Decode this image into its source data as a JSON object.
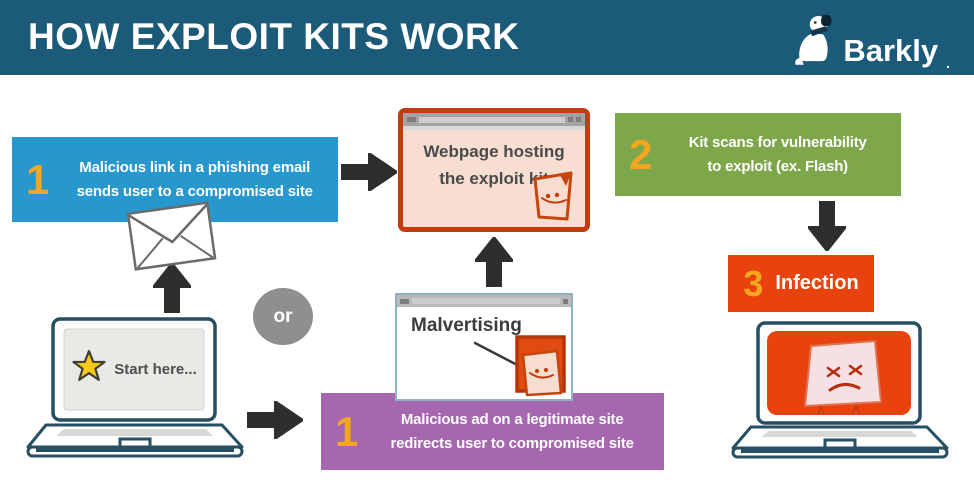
{
  "header": {
    "title": "HOW EXPLOIT KITS WORK",
    "brand": "Barkly",
    "brand_mark": "."
  },
  "steps": {
    "phishing": {
      "number": "1",
      "line1": "Malicious link in a phishing email",
      "line2": "sends user to a compromised site"
    },
    "malvertising": {
      "number": "1",
      "line1": "Malicious ad on a legitimate site",
      "line2": "redirects user to compromised site"
    },
    "scan": {
      "number": "2",
      "line1": "Kit scans for vulnerability",
      "line2": "to exploit (ex. Flash)"
    },
    "infection": {
      "number": "3",
      "label": "Infection"
    }
  },
  "windows": {
    "exploit_page": {
      "line1": "Webpage hosting",
      "line2": "the exploit kit"
    },
    "malvertising": {
      "label": "Malvertising"
    }
  },
  "start_laptop": {
    "label": "Start here..."
  },
  "connector": {
    "or_label": "or"
  },
  "colors": {
    "header_bg": "#1b5a78",
    "step_blue": "#2897ce",
    "step_purple": "#a667b0",
    "step_green": "#7da74a",
    "step_orange": "#e8430e",
    "number_yellow": "#f2a71e",
    "arrow": "#2e2e2e",
    "exploit_window_border": "#c33b0f",
    "exploit_window_bg": "#f8ded2"
  }
}
